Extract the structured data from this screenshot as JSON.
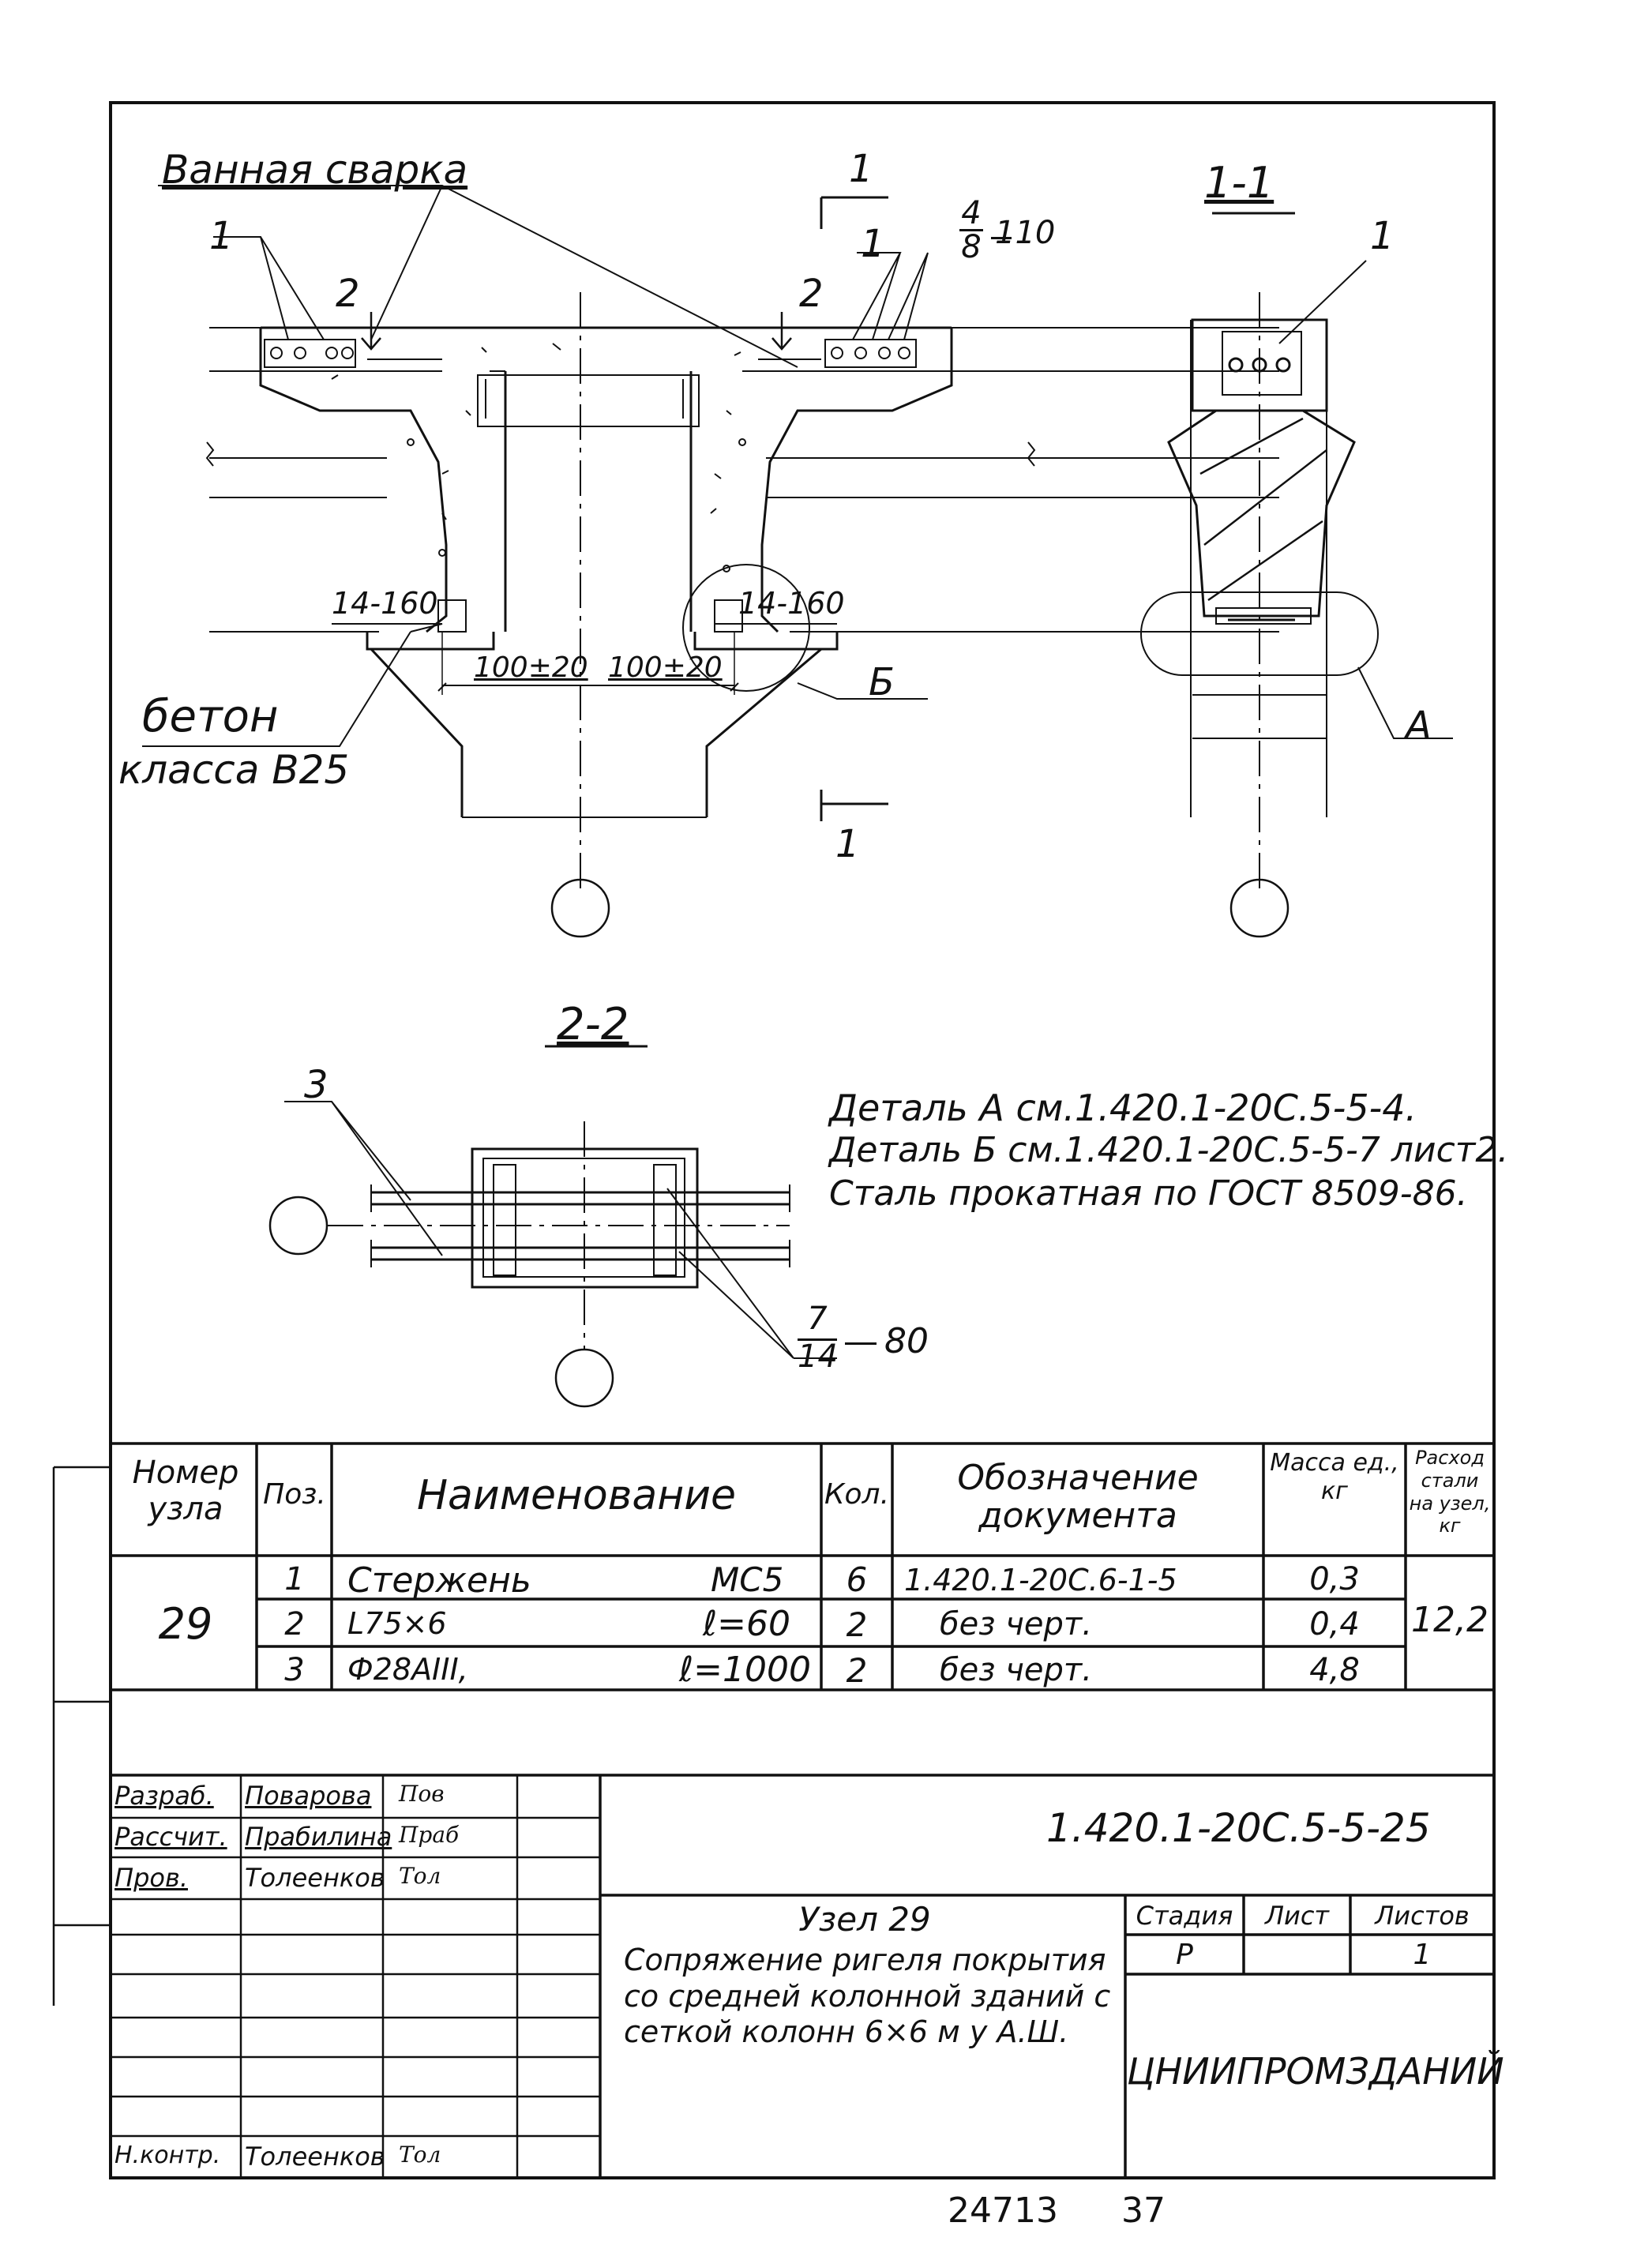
{
  "drawing": {
    "weld_label": "Ванная сварка",
    "concrete_label_1": "бетон",
    "concrete_label_2": "класса В25",
    "section_1_1_title": "1-1",
    "section_2_2_title": "2-2",
    "cut_mark": "1",
    "pos_1": "1",
    "pos_2": "2",
    "pos_3": "3",
    "weld_frac_top_num": "4",
    "weld_frac_top_den": "8",
    "weld_frac_top_len": "110",
    "weld_frac_bot_num": "7",
    "weld_frac_bot_den": "14",
    "weld_frac_bot_len": "80",
    "weld_14_160": "14-160",
    "dim_100_20": "100±20",
    "detail_a": "А",
    "detail_b": "Б",
    "notes": [
      "Деталь А см.1.420.1-20С.5-5-4.",
      "Деталь Б см.1.420.1-20С.5-5-7 лист2.",
      "Сталь прокатная по ГОСТ 8509-86."
    ]
  },
  "spec_table": {
    "headers": {
      "node": "Номер узла",
      "pos": "Поз.",
      "name": "Наименование",
      "qty": "Кол.",
      "doc": "Обозначение документа",
      "mass": "Масса ед., кг",
      "steel": "Расход стали на узел, кг"
    },
    "node_number": "29",
    "steel_total": "12,2",
    "rows": [
      {
        "pos": "1",
        "name": "Стержень",
        "mark": "МС5",
        "qty": "6",
        "doc": "1.420.1-20С.6-1-5",
        "mass": "0,3"
      },
      {
        "pos": "2",
        "name": "L75×6",
        "mark": "ℓ=60",
        "qty": "2",
        "doc": "без черт.",
        "mass": "0,4"
      },
      {
        "pos": "3",
        "name": "Ф28АIII,",
        "mark": "ℓ=1000",
        "qty": "2",
        "doc": "без черт.",
        "mass": "4,8"
      }
    ]
  },
  "title_block": {
    "roles": [
      "Разраб.",
      "Рассчит.",
      "Пров.",
      "",
      "",
      "",
      "",
      "Н.контр."
    ],
    "names": [
      "Поварова",
      "Прабилина",
      "Толеенков",
      "",
      "",
      "",
      "",
      "Толеенков"
    ],
    "signatures": [
      "Пов",
      "Праб",
      "Тол",
      "",
      "",
      "",
      "",
      "Тол"
    ],
    "code": "1.420.1-20С.5-5-25",
    "title": "Узел 29",
    "description": "Сопряжение ригеля покрытия со средней колонной зданий с сеткой колонн 6×6 м у А.Ш.",
    "stage_label": "Стадия",
    "sheet_label": "Лист",
    "sheets_label": "Листов",
    "stage": "Р",
    "sheets": "1",
    "organization": "ЦНИИПРОМЗДАНИЙ"
  },
  "footer": {
    "number": "24713",
    "page": "37"
  }
}
